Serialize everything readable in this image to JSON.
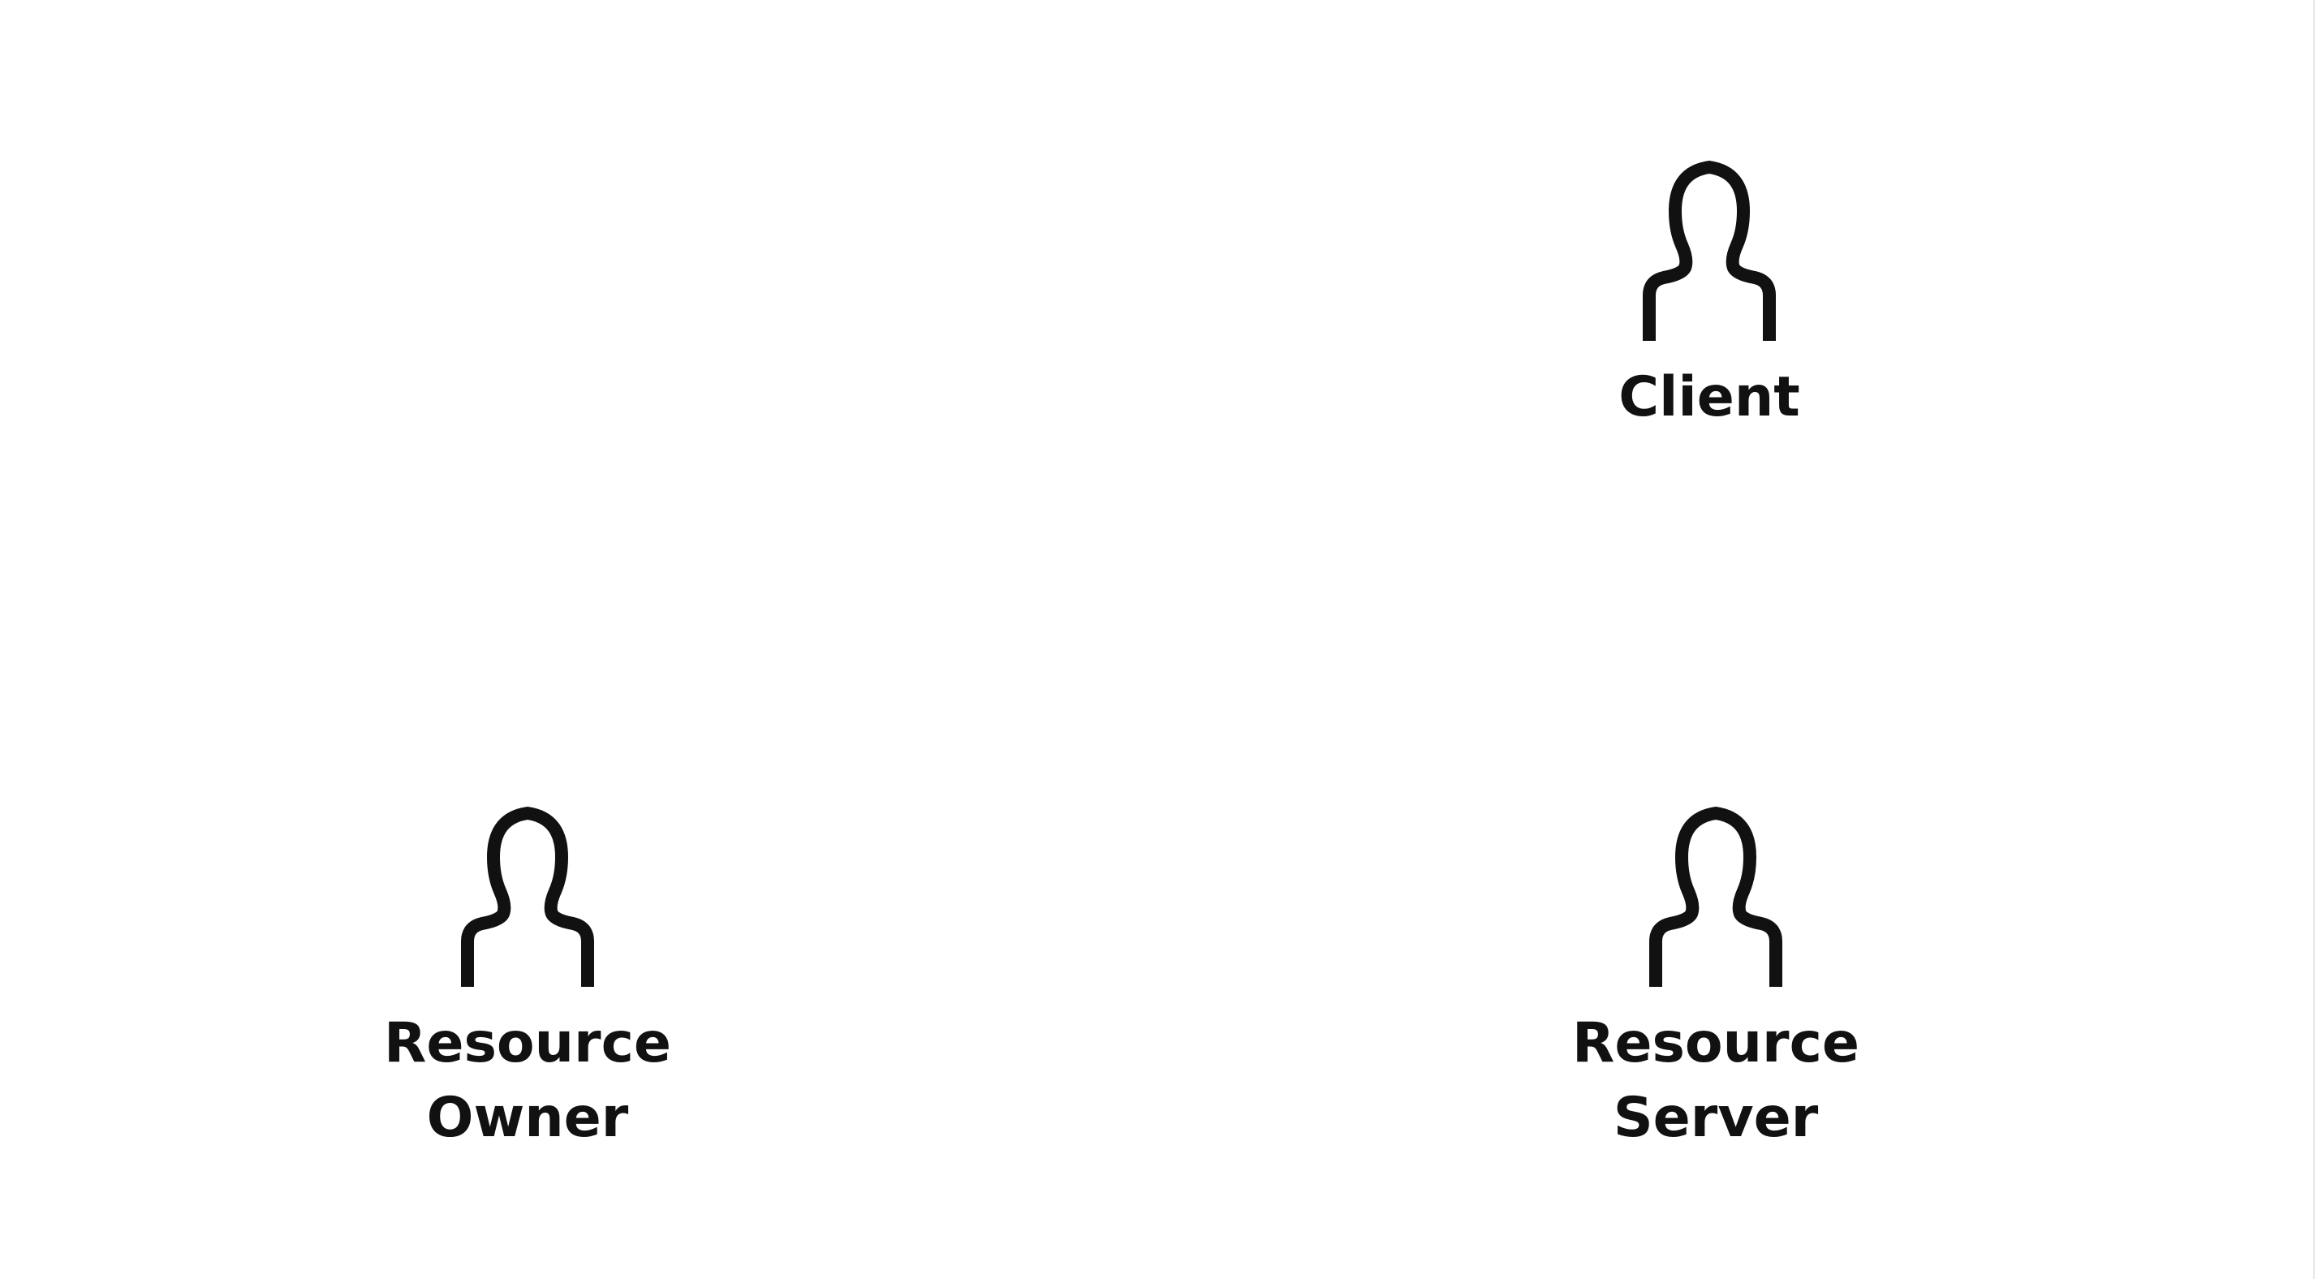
{
  "diagram": {
    "actors": [
      {
        "id": "client",
        "icon": "person-icon",
        "label_lines": [
          "Client"
        ]
      },
      {
        "id": "resource-owner",
        "icon": "person-icon",
        "label_lines": [
          "Resource",
          "Owner"
        ]
      },
      {
        "id": "resource-server",
        "icon": "person-icon",
        "label_lines": [
          "Resource",
          "Server"
        ]
      }
    ]
  },
  "colors": {
    "background": "#ffffff",
    "stroke": "#111111",
    "text": "#111111"
  }
}
